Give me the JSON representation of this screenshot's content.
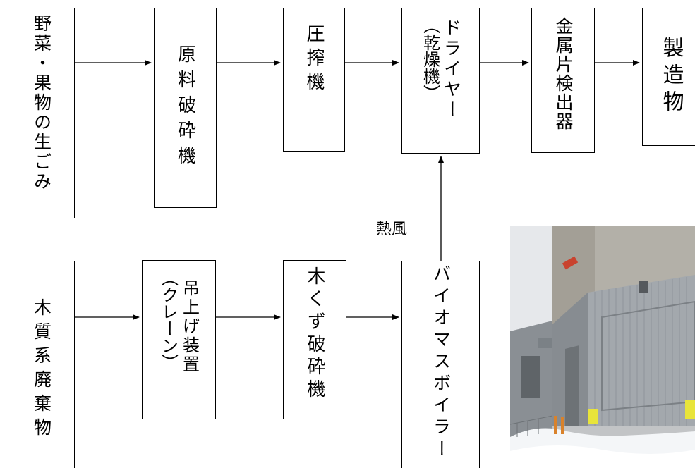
{
  "boxes": {
    "raw_vegetables": [
      "野菜・果物の生ごみ"
    ],
    "crusher": [
      "原料破砕機"
    ],
    "press": [
      "圧搾機"
    ],
    "dryer": [
      "ドライヤー",
      "（乾燥機）"
    ],
    "metal_detector": [
      "金属片検出器"
    ],
    "product": [
      "製造物"
    ],
    "wood_waste": [
      "木質系廃棄物"
    ],
    "crane": [
      "吊上げ装置",
      "（クレーン）"
    ],
    "wood_crusher": [
      "木くず破砕機"
    ],
    "boiler": [
      "バイオマスボイラー"
    ]
  },
  "labels": {
    "hot_air": "熱風"
  },
  "photo": {
    "description_icon": "building-photo",
    "colors": {
      "sky": "#e4e6ea",
      "wall": "#9ea3a8",
      "wall_dark": "#7d8287",
      "snow": "#f4f6f8",
      "sign": "#e8e43a",
      "bollard": "#d9822b"
    }
  }
}
